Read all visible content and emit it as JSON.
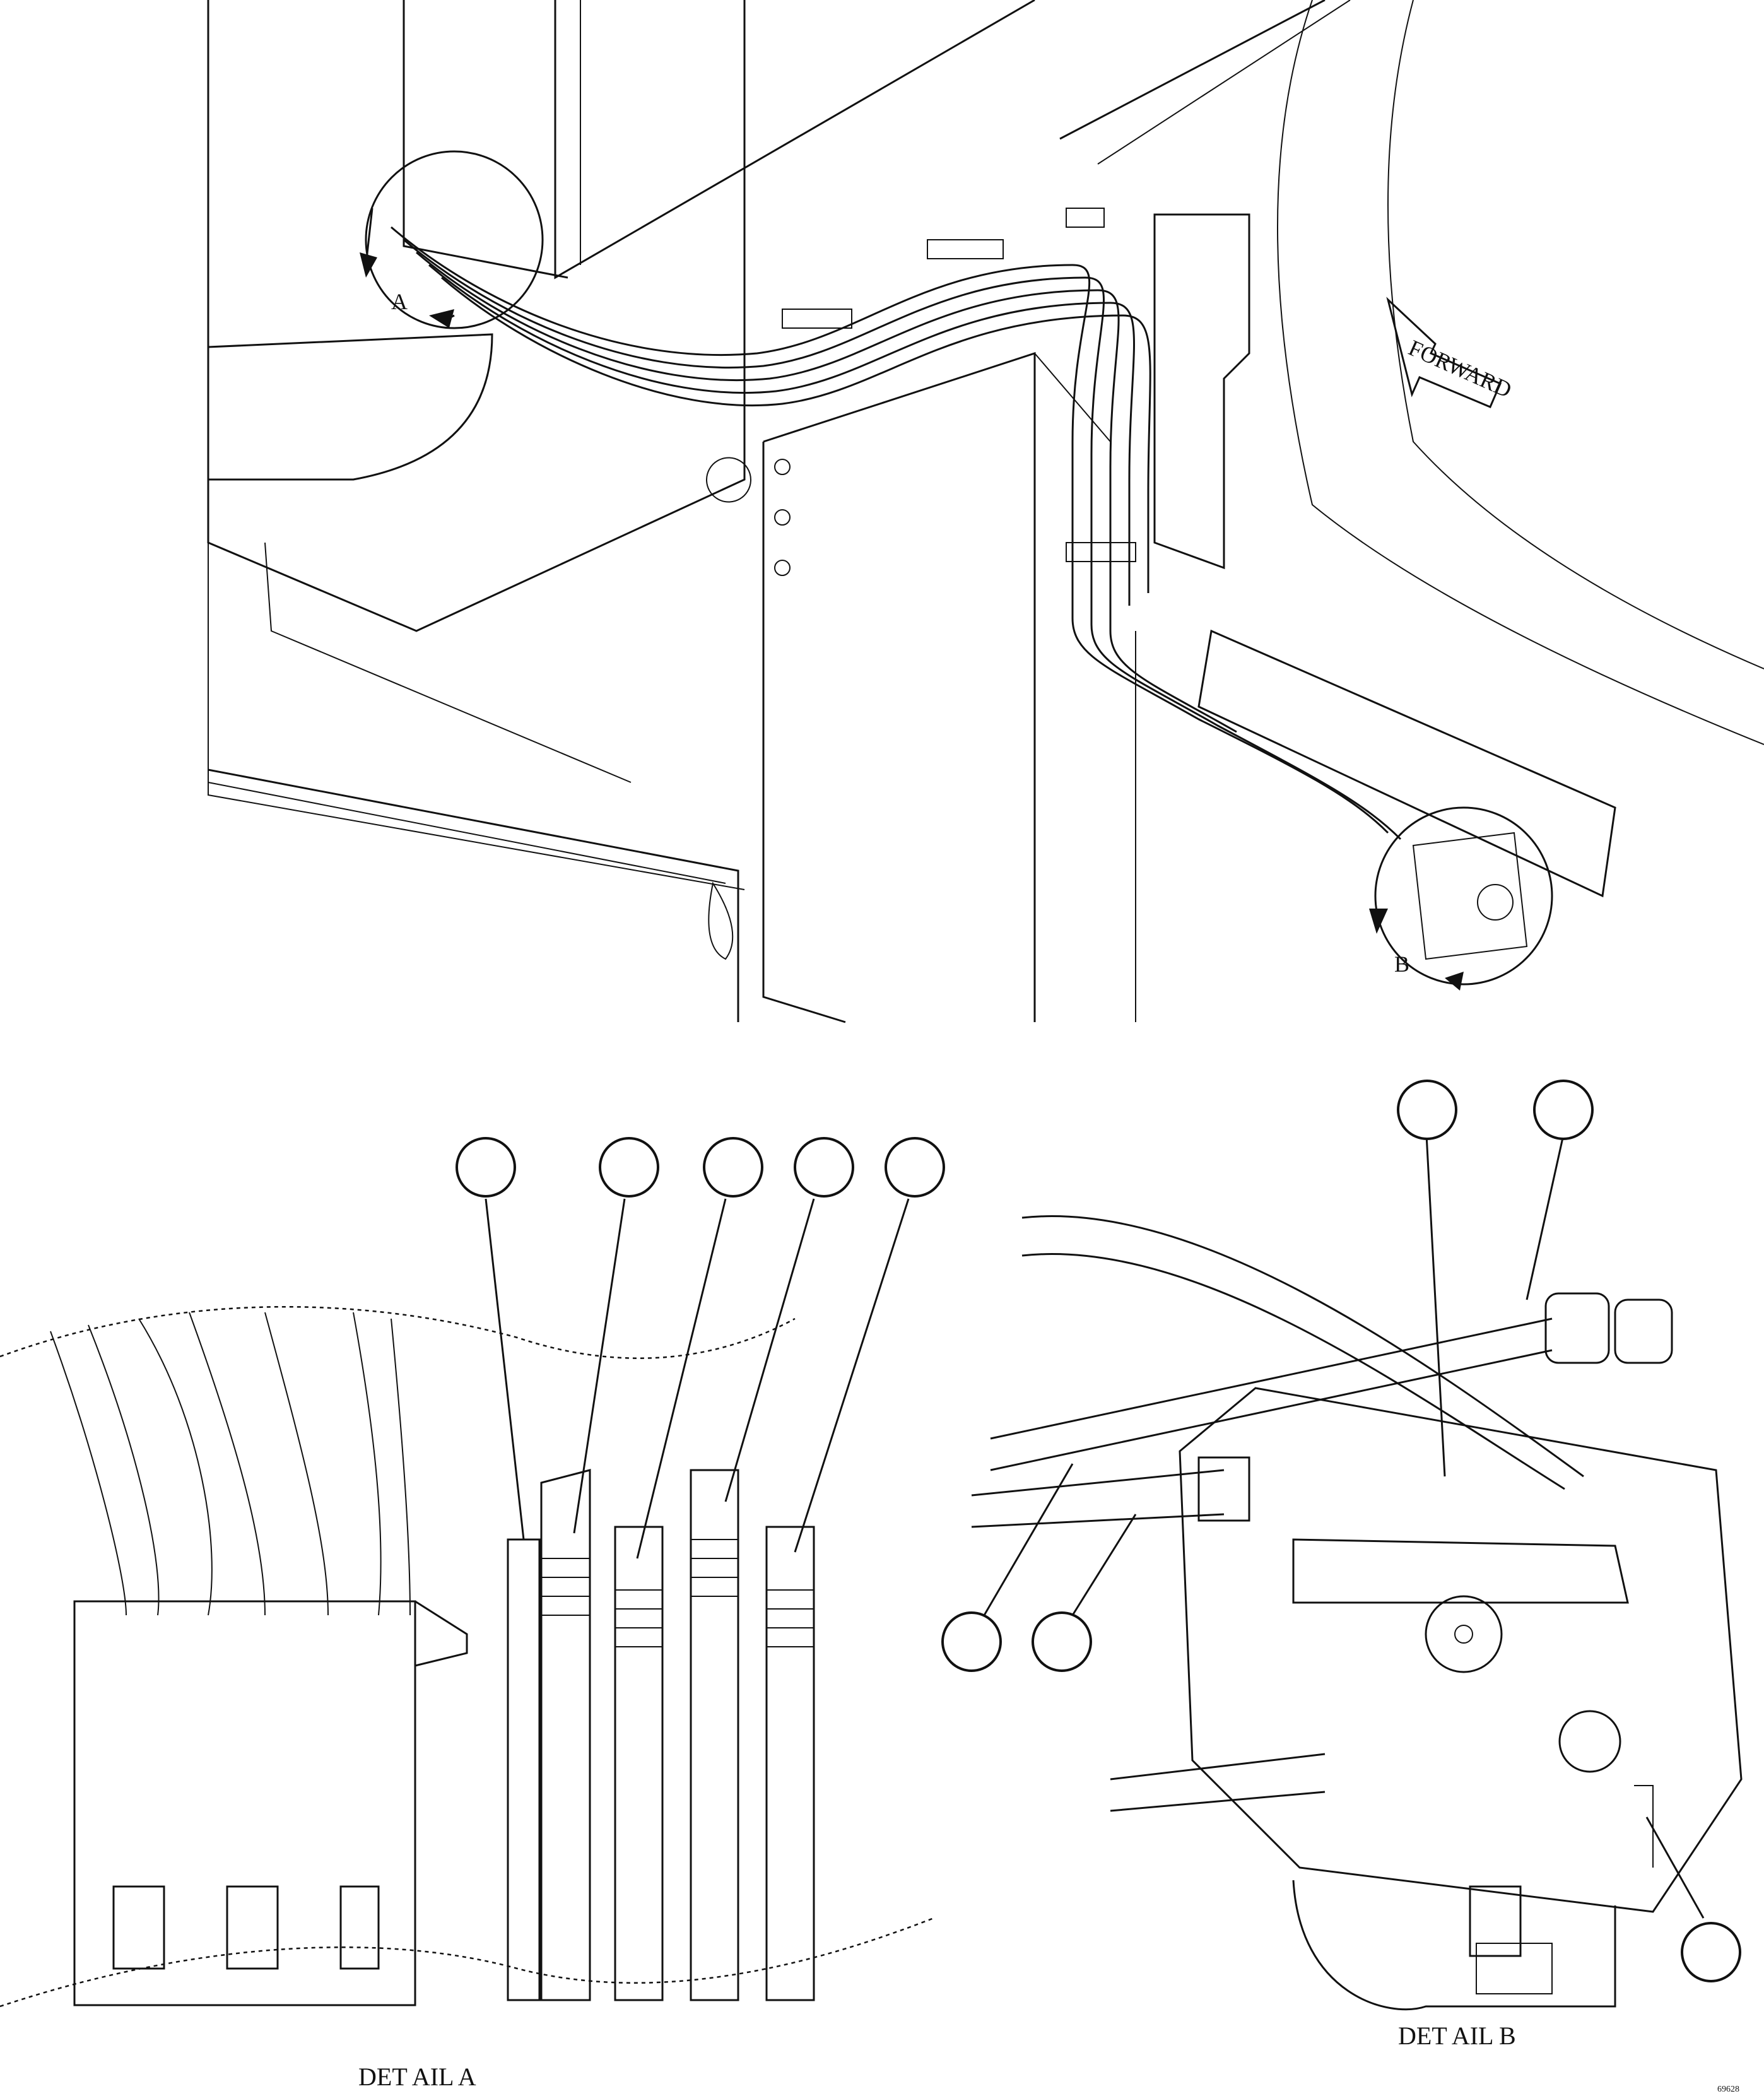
{
  "main_view": {
    "forward_arrow_label": "FORWARD",
    "detail_a_marker": "A",
    "detail_b_marker": "B"
  },
  "detail_a": {
    "caption": "DET    AIL    A",
    "callouts": [
      "",
      "",
      "",
      "",
      ""
    ]
  },
  "detail_b": {
    "caption": "DET    AIL    B",
    "callouts": [
      "",
      "",
      "",
      "",
      ""
    ]
  },
  "figure_number": "69628"
}
